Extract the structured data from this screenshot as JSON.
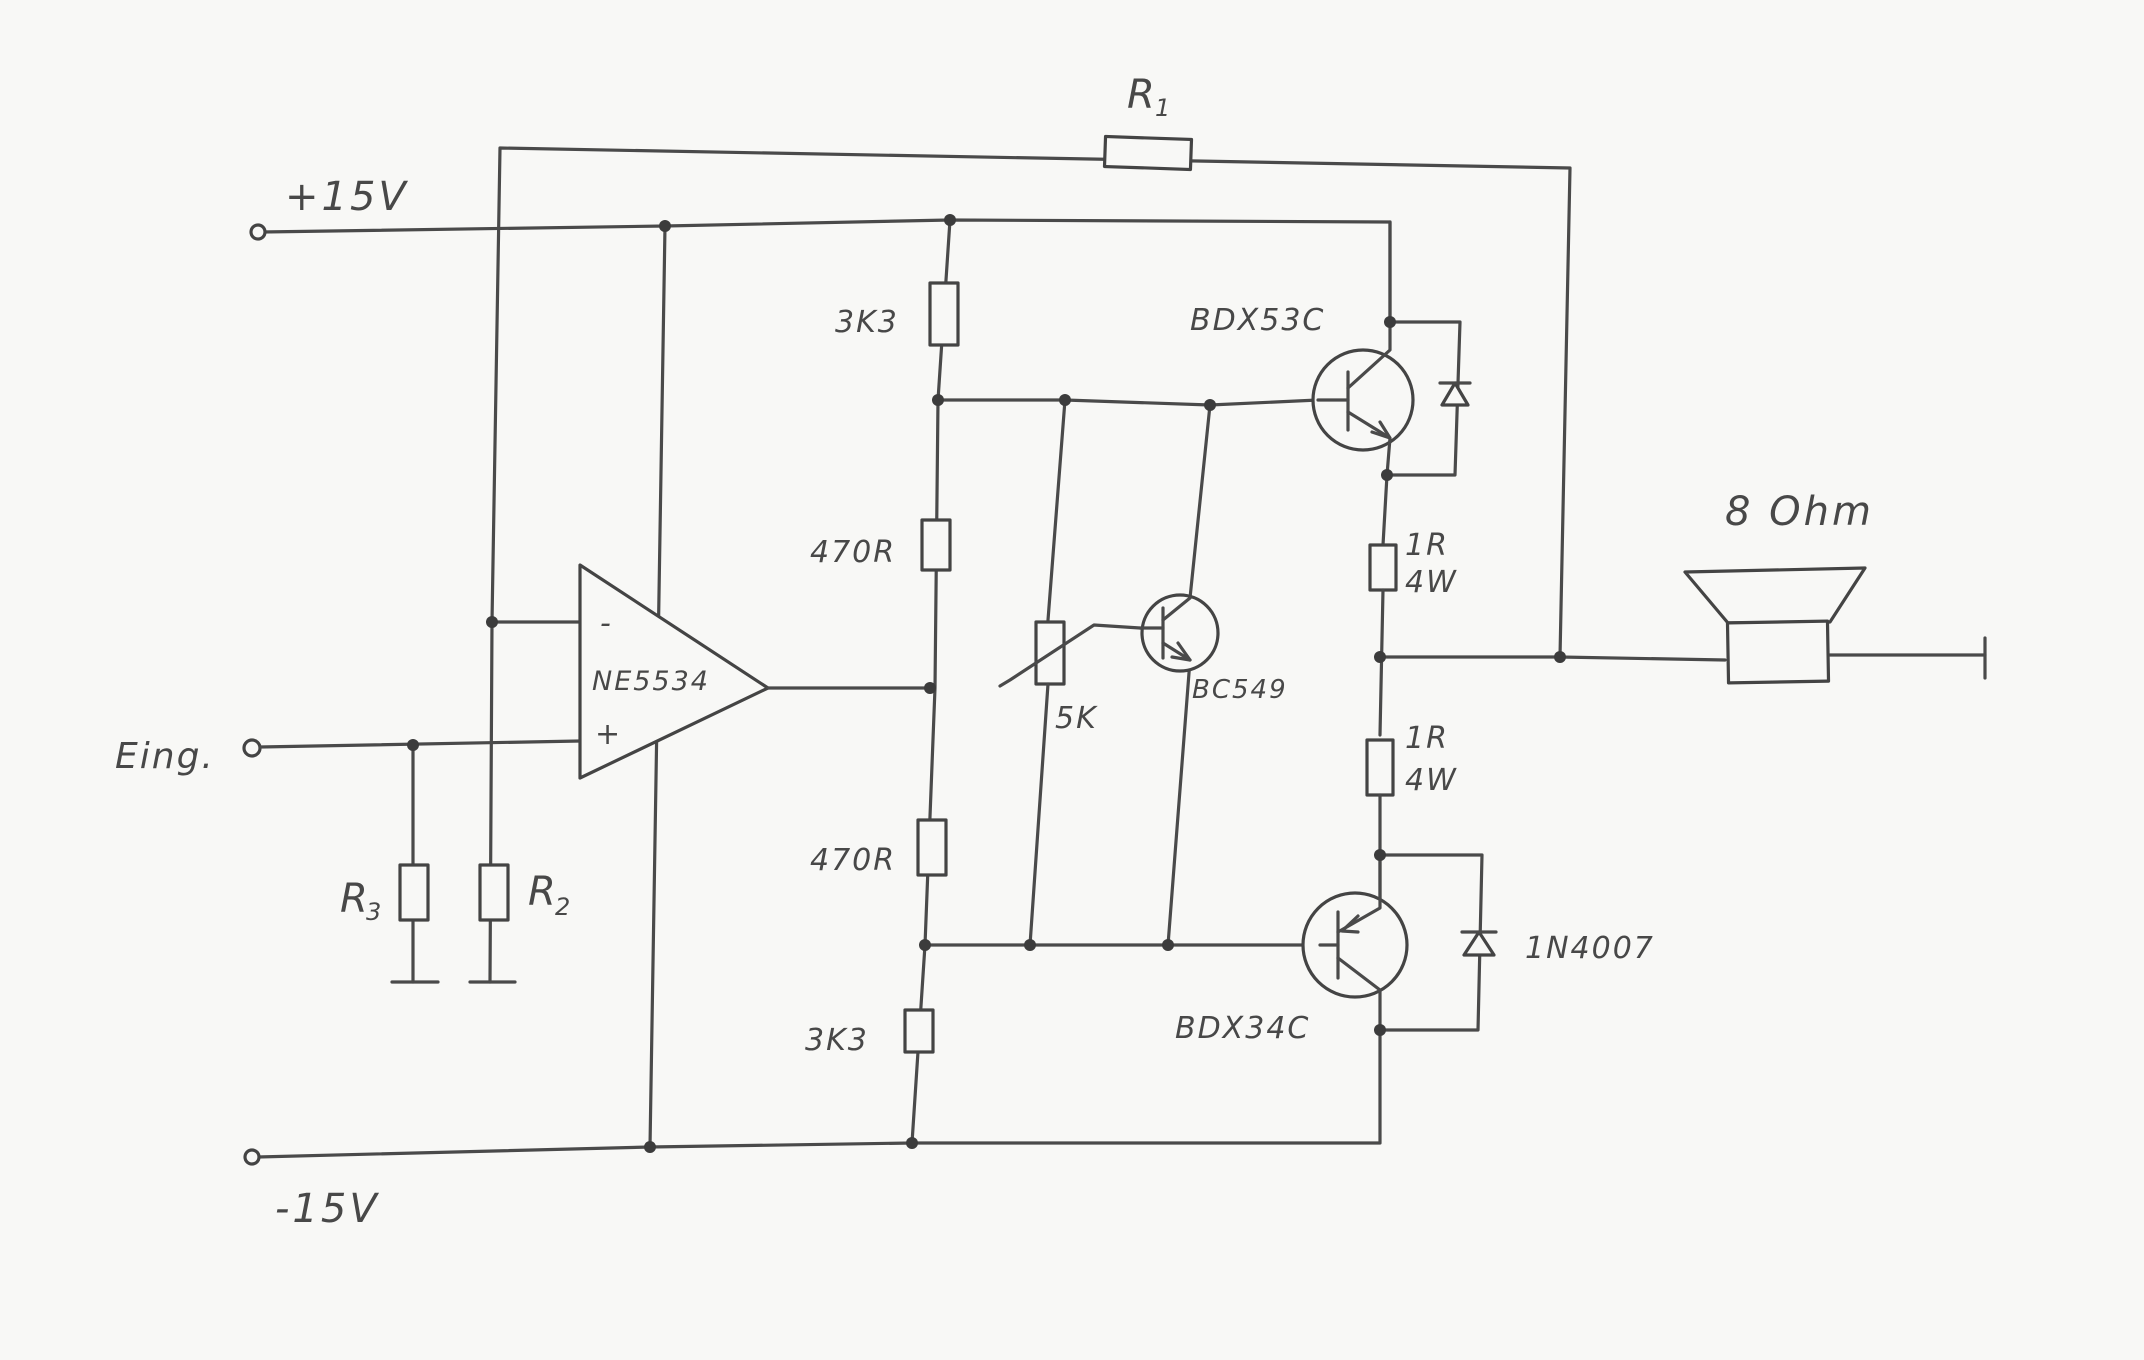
{
  "labels": {
    "vplus": "+15V",
    "vminus": "-15V",
    "input": "Eing.",
    "r1": "R",
    "r1_sub": "1",
    "r2": "R",
    "r2_sub": "2",
    "r3": "R",
    "r3_sub": "3",
    "opamp": "NE5534",
    "opamp_minus": "-",
    "opamp_plus": "+",
    "r_3k3_top": "3K3",
    "r_470r_top": "470R",
    "r_470r_bottom": "470R",
    "r_3k3_bottom": "3K3",
    "pot": "5K",
    "bc549": "BC549",
    "bdx53c": "BDX53C",
    "bdx34c": "BDX34C",
    "emitter_r_top_1": "1R",
    "emitter_r_top_2": "4W",
    "emitter_r_bottom_1": "1R",
    "emitter_r_bottom_2": "4W",
    "diode": "1N4007",
    "speaker": "8 Ohm"
  }
}
